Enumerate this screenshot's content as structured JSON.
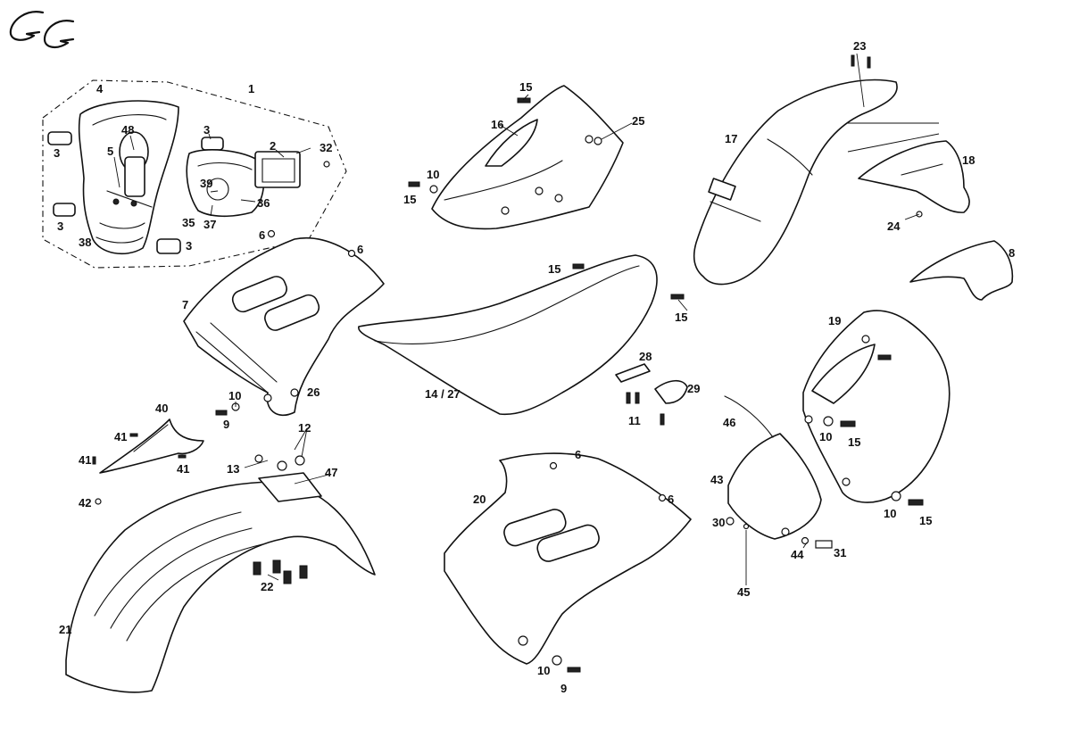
{
  "diagram": {
    "labels": {
      "l1": "1",
      "l2": "2",
      "l3a": "3",
      "l3b": "3",
      "l3c": "3",
      "l3d": "3",
      "l4": "4",
      "l5": "5",
      "l6a": "6",
      "l6b": "6",
      "l6c": "6",
      "l6d": "6",
      "l7": "7",
      "l8": "8",
      "l9a": "9",
      "l9b": "9",
      "l10a": "10",
      "l10b": "10",
      "l10c": "10",
      "l10d": "10",
      "l10e": "10",
      "l11": "11",
      "l12": "12",
      "l13": "13",
      "l14": "14 / 27",
      "l15a": "15",
      "l15b": "15",
      "l15c": "15",
      "l15d": "15",
      "l15e": "15",
      "l15f": "15",
      "l16": "16",
      "l17": "17",
      "l18": "18",
      "l19": "19",
      "l20": "20",
      "l21": "21",
      "l22": "22",
      "l23": "23",
      "l24": "24",
      "l25": "25",
      "l26": "26",
      "l28": "28",
      "l29": "29",
      "l30": "30",
      "l31": "31",
      "l32": "32",
      "l35": "35",
      "l36": "36",
      "l37": "37",
      "l38": "38",
      "l39": "39",
      "l40": "40",
      "l41a": "41",
      "l41b": "41",
      "l41c": "41",
      "l42": "42",
      "l43": "43",
      "l44": "44",
      "l45": "45",
      "l46": "46",
      "l47": "47",
      "l48": "48"
    }
  }
}
